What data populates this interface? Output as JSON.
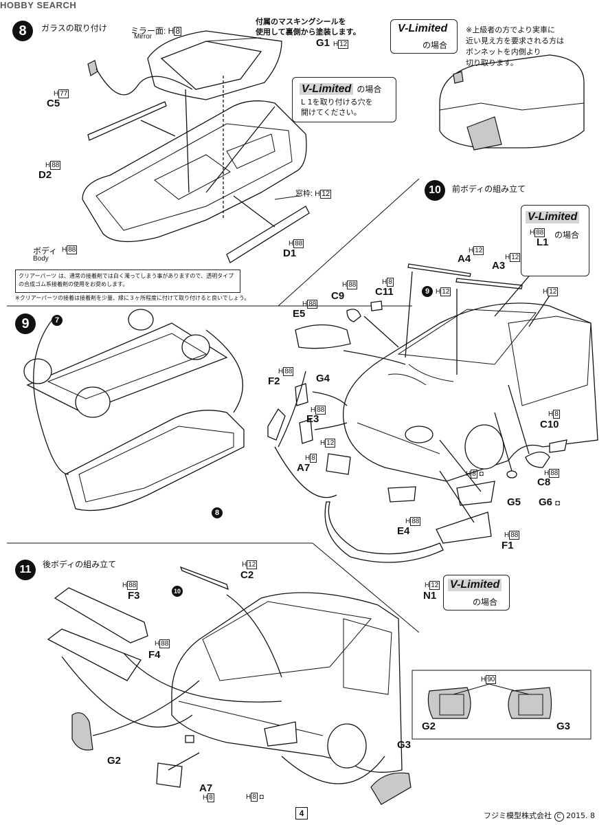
{
  "header": {
    "logo": "HOBBY SEARCH"
  },
  "step8": {
    "num": "8",
    "title": "ガラスの取り付け",
    "mirror_label": "ミラー面:",
    "mirror_paint": "8",
    "mirror_en": "Mirror",
    "masking_note": "付属のマスキングシールを\n使用して裏側から塗装します。",
    "g1": "G1",
    "g1_paint": "12",
    "c5": "C5",
    "c5_paint": "77",
    "d2": "D2",
    "d2_paint": "88",
    "vlimited_label": "V-Limited",
    "vlimited_suffix": "の場合",
    "vlimited_note": "L 1を取り付ける穴を\n開けてください。",
    "window_frame": "窓枠:",
    "window_paint": "12",
    "body_label": "ボディ",
    "body_en": "Body",
    "body_paint": "88",
    "d1": "D1",
    "d1_paint": "88",
    "clear_note_1": "クリアーパーツ は、通常の接着剤では白く濁ってしまう事がありますので、透明タイプの合成ゴム系接着剤の使用をお奨めします。",
    "clear_note_2": "※クリアーパーツの接着は接着剤を少量、縁に３ヶ所程度に付けて取り付けると良いでしょう。"
  },
  "topright": {
    "vlimited": "V-Limited",
    "suffix": "の場合",
    "note": "※上級者の方でより実車に\n近い見え方を要求される方は\nボンネットを内側より\n切り取ります。"
  },
  "step9": {
    "num": "9",
    "ref7": "7",
    "ref8": "8"
  },
  "step10": {
    "num": "10",
    "title": "前ボディの組み立て",
    "vl_box": {
      "label": "V-Limited",
      "part": "L1",
      "paint": "88",
      "suffix": "の場合"
    },
    "parts": [
      {
        "name": "A4",
        "paint": "12"
      },
      {
        "name": "A3",
        "paint": "12"
      },
      {
        "name": "C9",
        "paint": "88"
      },
      {
        "name": "C11",
        "paint": "8"
      },
      {
        "name": "E5",
        "paint": "88"
      },
      {
        "name": "F2",
        "paint": "88"
      },
      {
        "name": "G4",
        "paint": ""
      },
      {
        "name": "E3",
        "paint": "88"
      },
      {
        "name": "A7",
        "paint": "8"
      },
      {
        "name": "C10",
        "paint": "8"
      },
      {
        "name": "C8",
        "paint": "88"
      },
      {
        "name": "G5",
        "paint": ""
      },
      {
        "name": "G6",
        "paint": ""
      },
      {
        "name": "E4",
        "paint": "88"
      },
      {
        "name": "F1",
        "paint": "88"
      },
      {
        "name": "N1",
        "paint": "12"
      }
    ],
    "ref9": "9",
    "body_paint": "12",
    "roof_paint": "12",
    "e3_extra_paint": "12",
    "lamp_paint": "8",
    "n1_vl": {
      "label": "V-Limited",
      "suffix": "の場合"
    }
  },
  "step11": {
    "num": "11",
    "title": "後ボディの組み立て",
    "ref10": "10",
    "parts": [
      {
        "name": "C2",
        "paint": "12"
      },
      {
        "name": "F3",
        "paint": "88"
      },
      {
        "name": "F4",
        "paint": "88"
      },
      {
        "name": "G2",
        "paint": ""
      },
      {
        "name": "A7",
        "paint": "8"
      },
      {
        "name": "G3",
        "paint": ""
      }
    ],
    "lamp_paint": "8",
    "inset": {
      "paint": "90",
      "left": "G2",
      "right": "G3"
    }
  },
  "footer": {
    "page": "4",
    "copyright": "フジミ模型株式会社",
    "year": "2015. 8"
  }
}
